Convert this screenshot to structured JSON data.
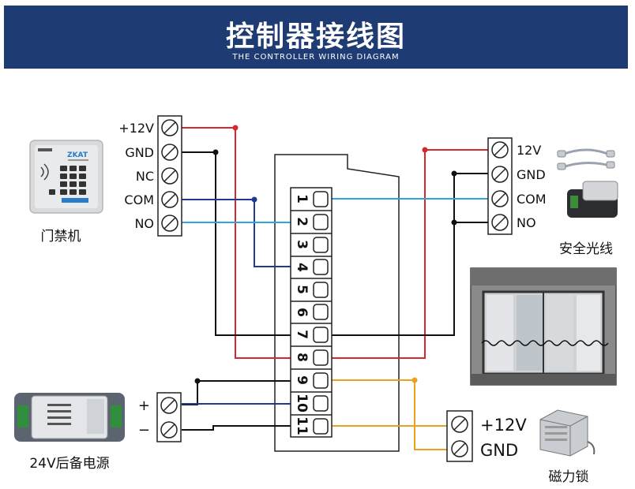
{
  "header": {
    "title": "控制器接线图",
    "subtitle": "THE CONTROLLER WIRING DIAGRAM"
  },
  "access_control": {
    "name": "门禁机",
    "terminals": [
      "+12V",
      "GND",
      "NC",
      "COM",
      "NO"
    ],
    "device_brand": "ZKAT"
  },
  "controller": {
    "terminals": [
      "1",
      "2",
      "3",
      "4",
      "5",
      "6",
      "7",
      "8",
      "9",
      "10",
      "11"
    ]
  },
  "safety_beam": {
    "name": "安全光线",
    "terminals": [
      "12V",
      "GND",
      "COM",
      "NO"
    ]
  },
  "backup_power": {
    "name": "24V后备电源",
    "terminals": [
      "+",
      "−"
    ]
  },
  "magnetic_lock": {
    "name": "磁力锁",
    "terminals": [
      "+12V",
      "GND"
    ]
  },
  "wire_colors": {
    "red": "#d7262e",
    "black": "#111111",
    "dark_blue": "#1f3a93",
    "light_blue": "#2ba6e0",
    "orange": "#e8a21f"
  }
}
